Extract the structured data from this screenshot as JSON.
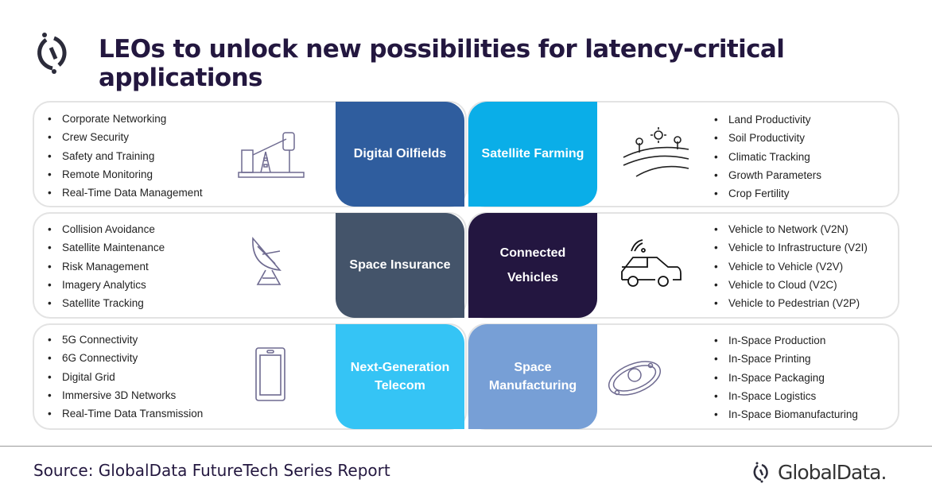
{
  "title": "LEOs to unlock new possibilities for latency-critical applications",
  "rows": [
    {
      "left": {
        "label": "Digital Oilfields",
        "color": "#2f5d9e",
        "icon": "oil-pump-icon",
        "items": [
          "Corporate Networking",
          "Crew Security",
          "Safety and Training",
          "Remote Monitoring",
          "Real-Time Data Management"
        ]
      },
      "right": {
        "label": "Satellite Farming",
        "color": "#0aaee8",
        "icon": "farm-field-icon",
        "items": [
          "Land Productivity",
          "Soil Productivity",
          "Climatic Tracking",
          "Growth Parameters",
          "Crop Fertility"
        ]
      }
    },
    {
      "left": {
        "label": "Space Insurance",
        "color": "#44546a",
        "icon": "satellite-dish-icon",
        "items": [
          "Collision Avoidance",
          "Satellite Maintenance",
          "Risk Management",
          "Imagery Analytics",
          "Satellite Tracking"
        ]
      },
      "right": {
        "label_line1": "Connected",
        "label_line2": "Vehicles",
        "color": "#231640",
        "icon": "connected-car-icon",
        "items": [
          "Vehicle to Network (V2N)",
          "Vehicle to Infrastructure (V2I)",
          "Vehicle to Vehicle (V2V)",
          "Vehicle to Cloud (V2C)",
          "Vehicle to Pedestrian (V2P)"
        ]
      }
    },
    {
      "left": {
        "label_line1": "Next-Generation",
        "label_line2": "Telecom",
        "color": "#35c4f5",
        "icon": "mobile-device-icon",
        "items": [
          "5G Connectivity",
          "6G Connectivity",
          "Digital Grid",
          "Immersive 3D Networks",
          "Real-Time Data Transmission"
        ]
      },
      "right": {
        "label_line1": "Space",
        "label_line2": "Manufacturing",
        "color": "#779fd6",
        "icon": "orbit-icon",
        "items": [
          "In-Space Production",
          "In-Space Printing",
          "In-Space Packaging",
          "In-Space Logistics",
          "In-Space Biomanufacturing"
        ]
      }
    }
  ],
  "footer": {
    "source": "Source: GlobalData FutureTech Series Report",
    "brand": "GlobalData."
  }
}
